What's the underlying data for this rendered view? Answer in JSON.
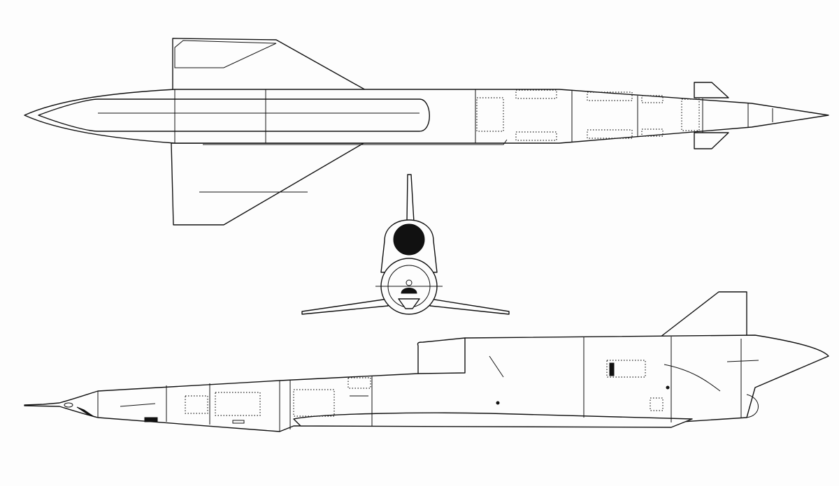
{
  "drawing": {
    "views": [
      "top-view",
      "front-view",
      "side-view"
    ],
    "colors": {
      "background": "#fdfdfd",
      "line": "#111111"
    }
  }
}
